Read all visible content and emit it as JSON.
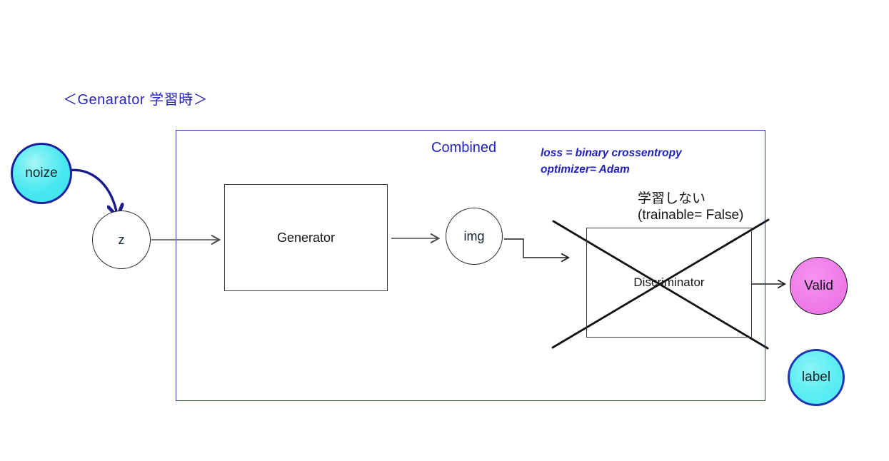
{
  "title": "＜Genarator 学習時＞",
  "combined": {
    "label": "Combined",
    "loss_note": [
      "loss = binary crossentropy",
      "optimizer= Adam"
    ]
  },
  "discriminator_note": [
    "学習しない",
    "(trainable= False)"
  ],
  "nodes": {
    "noize": {
      "label": "noize"
    },
    "z": {
      "label": "z"
    },
    "generator": {
      "label": "Generator"
    },
    "img": {
      "label": "img"
    },
    "discriminator": {
      "label": "Discriminator"
    },
    "valid": {
      "label": "Valid"
    },
    "label": {
      "label": "label"
    }
  },
  "colors": {
    "blue_text": "#2222c0",
    "boundary_blue": "#2e3ba0",
    "cyan_fill": "#49e8f0",
    "magenta_fill": "#ef7de9",
    "navy_arrow": "#1a1a90",
    "gray_arrow": "#4a4a4a",
    "black_line": "#1b1b1b"
  }
}
